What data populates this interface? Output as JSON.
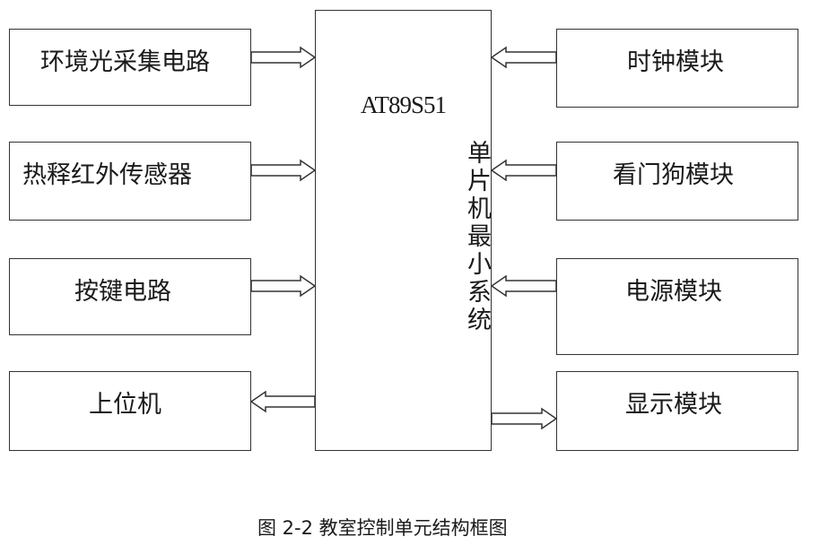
{
  "left_blocks": [
    {
      "id": "light-circuit",
      "label": "环境光采集电路"
    },
    {
      "id": "pir-sensor",
      "label": "热释红外传感器"
    },
    {
      "id": "key-circuit",
      "label": "按键电路"
    },
    {
      "id": "host-pc",
      "label": "上位机"
    }
  ],
  "right_blocks": [
    {
      "id": "clock-module",
      "label": "时钟模块"
    },
    {
      "id": "watchdog-module",
      "label": "看门狗模块"
    },
    {
      "id": "power-module",
      "label": "电源模块"
    },
    {
      "id": "display-module",
      "label": "显示模块"
    }
  ],
  "center": {
    "chip": "AT89S51",
    "label": "单片机最小系统"
  },
  "caption": "图 2-2 教室控制单元结构框图"
}
